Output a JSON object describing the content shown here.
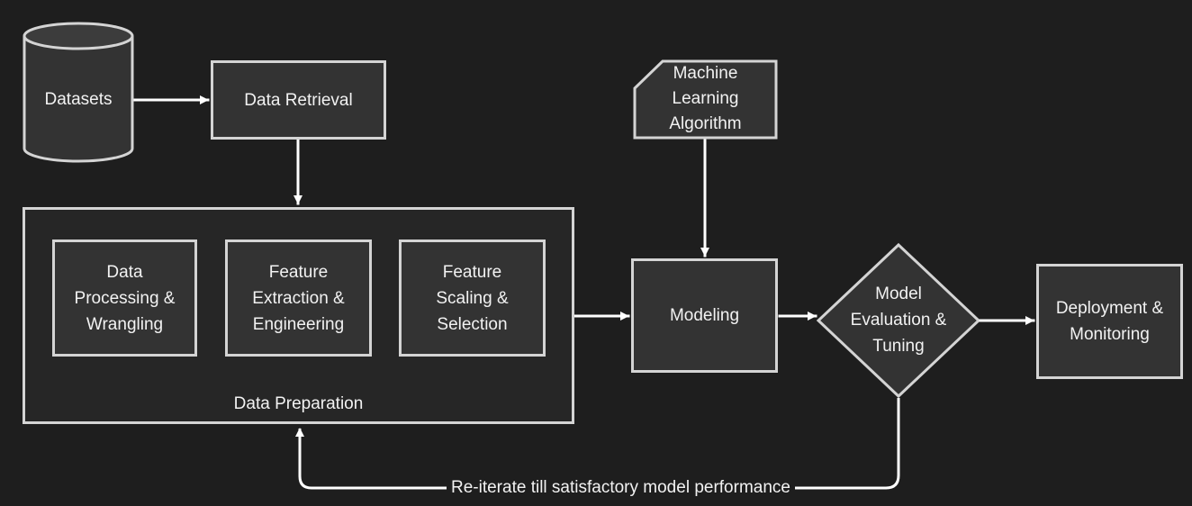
{
  "nodes": {
    "datasets": "Datasets",
    "data_retrieval": "Data Retrieval",
    "ml_algorithm": "Machine\nLearning\nAlgorithm",
    "data_processing": "Data\nProcessing &\nWrangling",
    "feature_extraction": "Feature\nExtraction &\nEngineering",
    "feature_scaling": "Feature\nScaling &\nSelection",
    "data_preparation": "Data Preparation",
    "modeling": "Modeling",
    "model_evaluation": "Model\nEvaluation &\nTuning",
    "deployment": "Deployment &\nMonitoring"
  },
  "loop_label": "Re-iterate till satisfactory model performance",
  "colors": {
    "background": "#1e1e1e",
    "node_fill": "#333333",
    "stroke": "#d4d4d4",
    "text": "#f2f2f2"
  }
}
